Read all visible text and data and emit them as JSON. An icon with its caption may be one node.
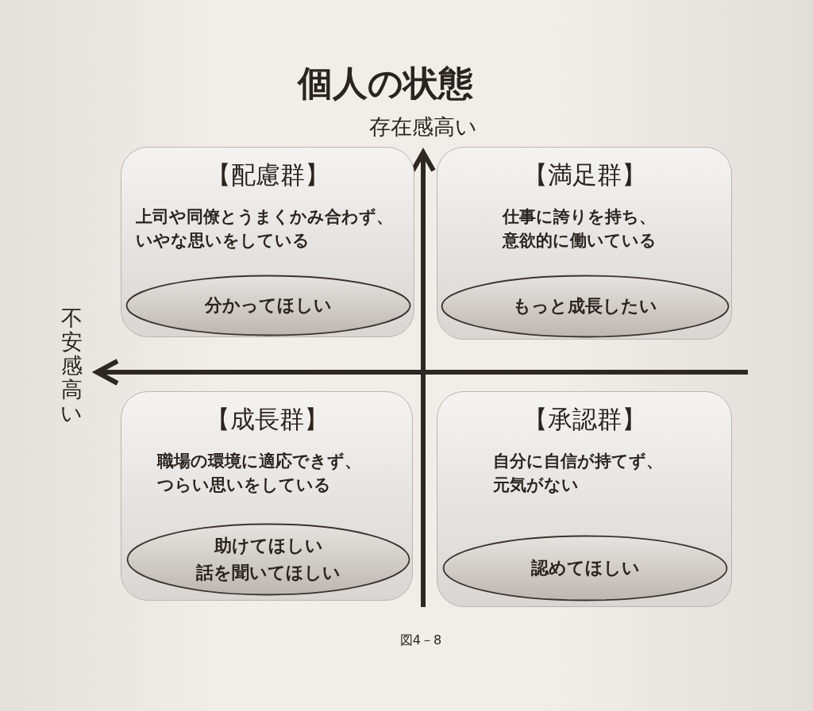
{
  "diagram": {
    "title": "個人の状態",
    "caption": "図4－8",
    "nodes": [
      {
        "text": [
          "【配慮群】",
          "上司や同僚とうまくかみ合わず、いやな思いをしている"
        ]
      },
      {
        "text": [
          "分かってほしい"
        ],
        "in": 0
      },
      {
        "text": [
          "【満足群】",
          "仕事に誇りを持ち、意欲的に働いている"
        ]
      },
      {
        "text": [
          "もっと成長したい"
        ],
        "in": 2
      },
      {
        "text": [
          "【成長群】",
          "職場の環境に適応できず、つらい思いをしている"
        ]
      },
      {
        "text": [
          "助けてほしい",
          "話を聞いてほしい"
        ],
        "in": 4
      },
      {
        "text": [
          "【承認群】",
          "自分に自信が持てず、元気がない"
        ]
      },
      {
        "text": [
          "認めてほしい"
        ],
        "in": 6
      }
    ],
    "edges": [],
    "labels": [
      "存在感高い",
      "不安感高い"
    ]
  }
}
